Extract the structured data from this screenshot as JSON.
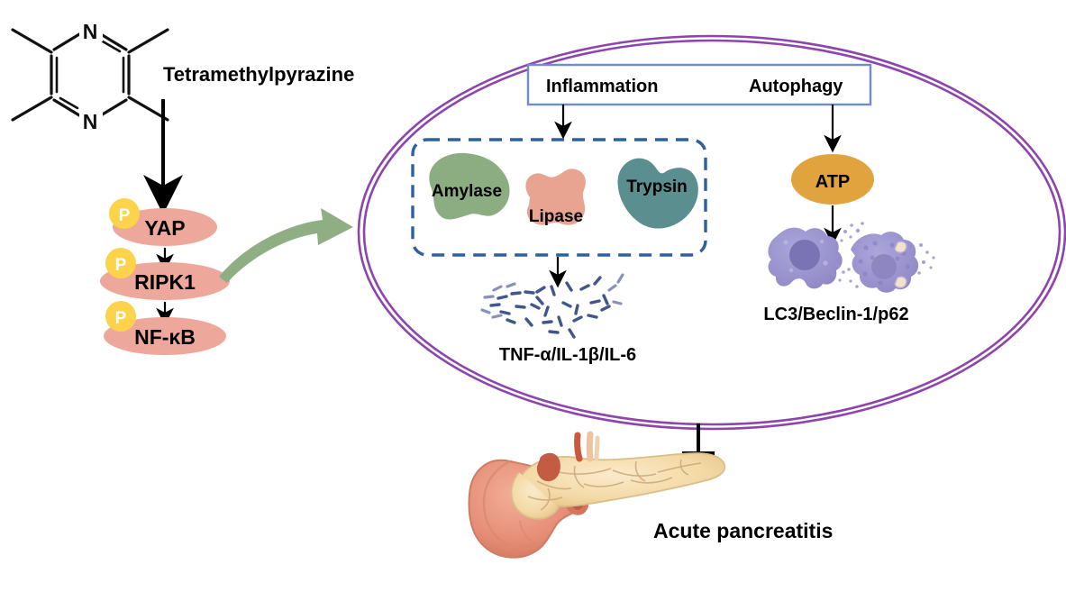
{
  "figure": {
    "type": "pathway-diagram",
    "title_compound": "Tetramethylpyrazine",
    "background": "#ffffff"
  },
  "colors": {
    "protein_oval": "#EEA79B",
    "phospho_circle": "#FCD34A",
    "green_arrow": "#8FAE84",
    "cell_ellipse": "#8E44AD",
    "amylase": "#8CAD82",
    "lipase": "#E8A391",
    "trypsin": "#5B8E8E",
    "atp": "#E0A33E",
    "cytokine": "#41568C",
    "dashed_box": "#2E5FA3",
    "header_box_border": "#6F8FC4",
    "autophagy_cell": "#9A95CE",
    "autophagy_nucleus": "#7B74B4",
    "pancreas_body": "#F5DCAE",
    "duodenum": "#E8977E",
    "arrow_black": "#000000"
  },
  "chemical_structure": {
    "name": "tetramethylpyrazine",
    "ring_atoms": [
      "N",
      "N"
    ],
    "n_top_label": "N",
    "n_bottom_label": "N",
    "methyl_count": 4
  },
  "signaling_cascade": {
    "nodes": [
      {
        "label": "YAP",
        "phospho": "P"
      },
      {
        "label": "RIPK1",
        "phospho": "P"
      },
      {
        "label": "NF-κB",
        "phospho": "P"
      }
    ]
  },
  "cell": {
    "header_box": {
      "left_label": "Inflammation",
      "right_label": "Autophagy"
    },
    "inflammation_branch": {
      "enzymes": [
        {
          "label": "Amylase",
          "color": "#8CAD82"
        },
        {
          "label": "Lipase",
          "color": "#E8A391"
        },
        {
          "label": "Trypsin",
          "color": "#5B8E8E"
        }
      ],
      "cytokine_label": "TNF-α/IL-1β/IL-6"
    },
    "autophagy_branch": {
      "metabolite": "ATP",
      "marker_label": "LC3/Beclin-1/p62"
    }
  },
  "outcome": {
    "label": "Acute pancreatitis",
    "relation": "inhibition",
    "relation_symbol": "⊥"
  }
}
